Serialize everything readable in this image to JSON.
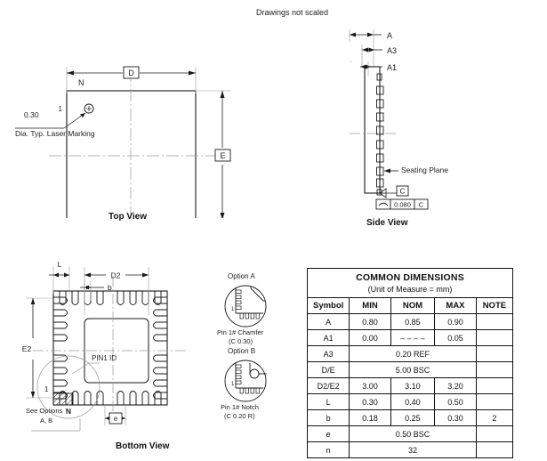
{
  "header": {
    "note": "Drawings not scaled"
  },
  "top_view": {
    "caption": "Top View",
    "dim_d": "D",
    "dim_e": "E",
    "label_n": "N",
    "pin_number": "1",
    "laser_dia": "0.30",
    "laser_text": "Dia. Typ. Laser Marking"
  },
  "side_view": {
    "caption": "Side View",
    "dim_a": "A",
    "dim_a3": "A3",
    "dim_a1": "A1",
    "seating_plane": "Seating Plane",
    "datum_c": "C",
    "flatness_value": "0.080",
    "flatness_datum": "C"
  },
  "bottom_view": {
    "caption": "Bottom View",
    "dim_l": "L",
    "dim_d2": "D2",
    "dim_b": "b",
    "dim_e2": "E2",
    "dim_e": "e",
    "pin1_id": "PIN1 ID",
    "pin_number": "1",
    "label_n": "N",
    "see_options_line1": "See Options",
    "see_options_line2": "A, B"
  },
  "options": {
    "option_a": {
      "title": "Option A",
      "desc": "Pin 1# Chamfer",
      "spec": "(C 0.30)"
    },
    "option_b": {
      "title": "Option B",
      "desc": "Pin 1# Notch",
      "spec": "(C 0.20 R)"
    }
  },
  "table": {
    "title": "COMMON DIMENSIONS",
    "subtitle": "(Unit of Measure = mm)",
    "columns": [
      "Symbol",
      "MIN",
      "NOM",
      "MAX",
      "NOTE"
    ],
    "rows": [
      {
        "symbol": "A",
        "min": "0.80",
        "nom": "0.85",
        "max": "0.90",
        "note": "",
        "span": false
      },
      {
        "symbol": "A1",
        "min": "0.00",
        "nom": "– – – –",
        "max": "0.05",
        "note": "",
        "span": false
      },
      {
        "symbol": "A3",
        "min": "",
        "nom": "0.20 REF",
        "max": "",
        "note": "",
        "span": true
      },
      {
        "symbol": "D/E",
        "min": "",
        "nom": "5.00 BSC",
        "max": "",
        "note": "",
        "span": true
      },
      {
        "symbol": "D2/E2",
        "min": "3.00",
        "nom": "3.10",
        "max": "3.20",
        "note": "",
        "span": false
      },
      {
        "symbol": "L",
        "min": "0.30",
        "nom": "0.40",
        "max": "0.50",
        "note": "",
        "span": false
      },
      {
        "symbol": "b",
        "min": "0.18",
        "nom": "0.25",
        "max": "0.30",
        "note": "2",
        "span": false
      },
      {
        "symbol": "e",
        "min": "",
        "nom": "0.50 BSC",
        "max": "",
        "note": "",
        "span": true
      },
      {
        "symbol": "n",
        "min": "",
        "nom": "32",
        "max": "",
        "note": "",
        "span": true
      }
    ]
  },
  "colors": {
    "line": "#1a1a1a",
    "center_line": "#9a9a9a",
    "background": "#ffffff"
  }
}
